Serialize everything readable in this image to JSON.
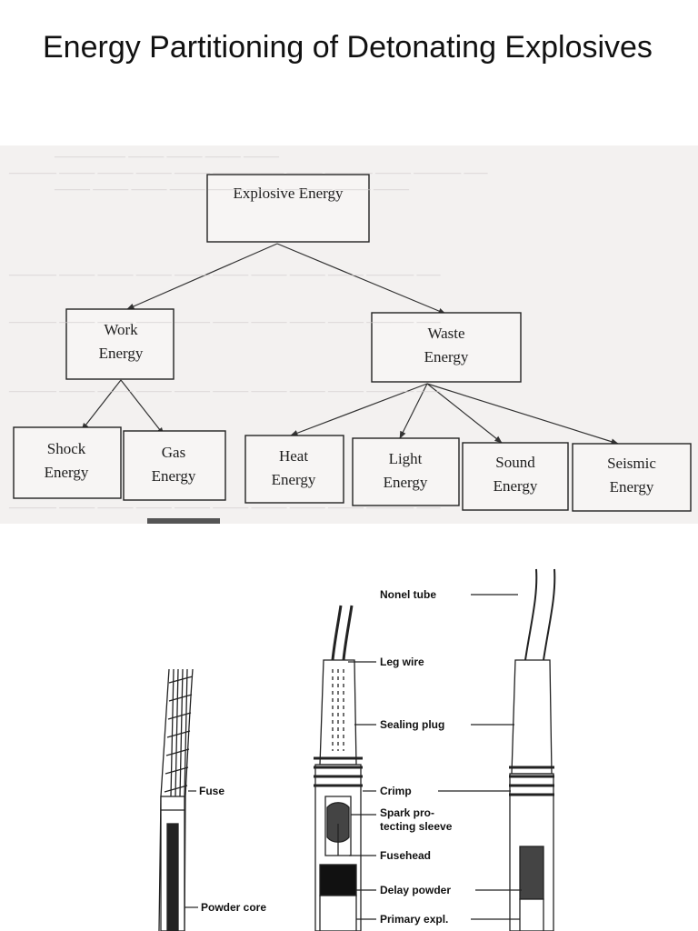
{
  "slide": {
    "title": "Energy Partitioning of Detonating Explosives"
  },
  "energy_tree": {
    "root": "Explosive Energy",
    "work": [
      "Work",
      "Energy"
    ],
    "waste": [
      "Waste",
      "Energy"
    ],
    "shock": [
      "Shock",
      "Energy"
    ],
    "gas": [
      "Gas",
      "Energy"
    ],
    "heat": [
      "Heat",
      "Energy"
    ],
    "light": [
      "Light",
      "Energy"
    ],
    "sound": [
      "Sound",
      "Energy"
    ],
    "seismic": [
      "Seismic",
      "Energy"
    ]
  },
  "detonator_figure": {
    "labels": {
      "nonel_tube": "Nonel tube",
      "leg_wire": "Leg wire",
      "sealing_plug": "Sealing plug",
      "fuse": "Fuse",
      "crimp": "Crimp",
      "spark_line1": "Spark pro-",
      "spark_line2": "tecting sleeve",
      "fusehead": "Fusehead",
      "delay_powder": "Delay powder",
      "powder_core": "Powder core",
      "primary_expl": "Primary expl."
    }
  },
  "colors": {
    "panel_background": "#f3f1f0",
    "ink": "#222222",
    "bleed_text": "#cfcaca"
  }
}
